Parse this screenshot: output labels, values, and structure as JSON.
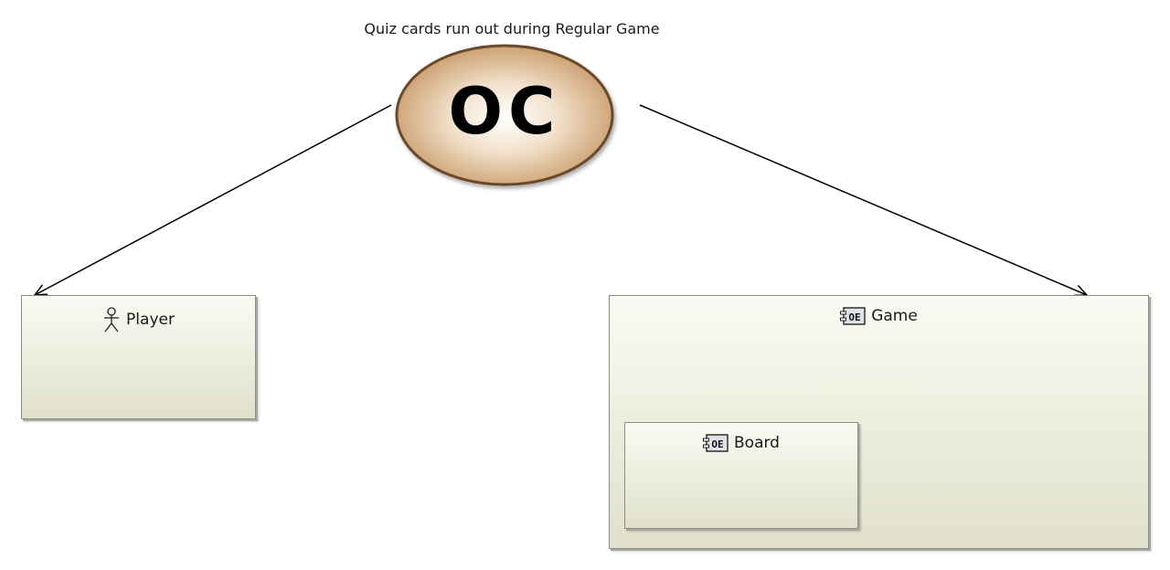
{
  "diagram": {
    "operational_capability": {
      "label": "Quiz cards run out during Regular Game",
      "icon": "oc-ellipse-icon",
      "icon_text": "OC"
    },
    "nodes": [
      {
        "id": "player",
        "label": "Player",
        "icon": "actor-icon"
      },
      {
        "id": "game",
        "label": "Game",
        "icon": "entity-icon"
      },
      {
        "id": "board",
        "label": "Board",
        "icon": "entity-icon",
        "parent": "game"
      }
    ],
    "links": [
      {
        "from": "operational_capability",
        "to": "player",
        "arrow": "open"
      },
      {
        "from": "operational_capability",
        "to": "game",
        "arrow": "open"
      }
    ],
    "colors": {
      "box_fill_top": "#fafaf4",
      "box_fill_bottom": "#e0e0cc",
      "oc_fill": "#d8b48c",
      "oc_border": "#6b4a2a"
    }
  }
}
